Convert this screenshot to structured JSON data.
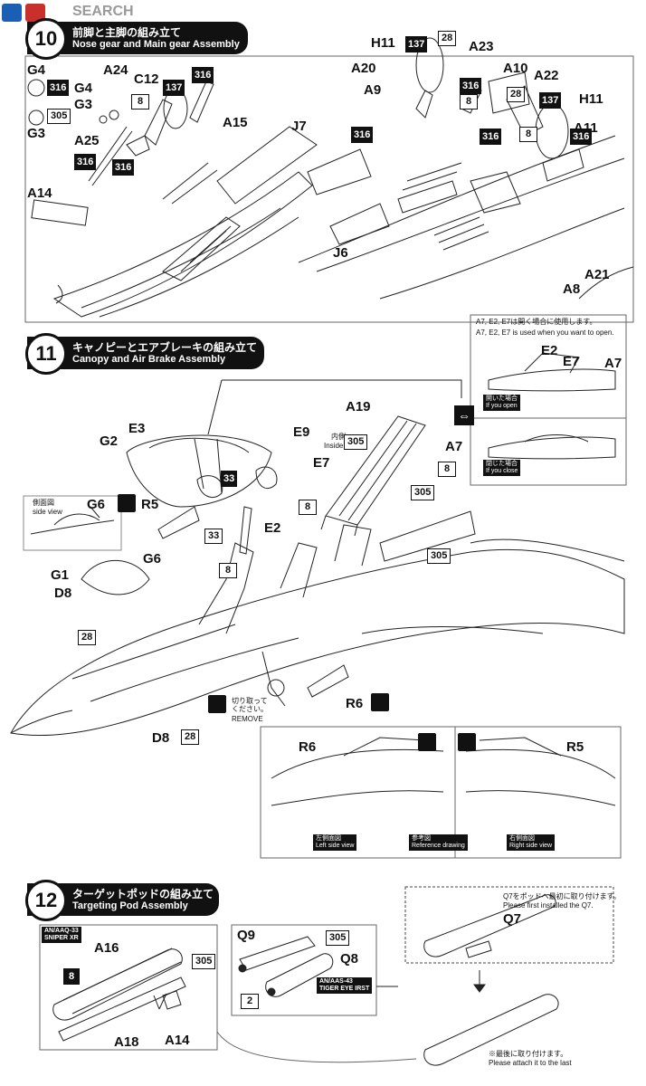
{
  "watermark": "SEARCH",
  "step10": {
    "number": "10",
    "title_jp": "前脚と主脚の組み立て",
    "title_en": "Nose gear and Main gear Assembly",
    "parts_left": [
      "G4",
      "A24",
      "C12",
      "G4",
      "G3",
      "G3",
      "A25",
      "A15",
      "A14"
    ],
    "parts_right": [
      "H11",
      "A23",
      "A20",
      "A10",
      "A22",
      "A9",
      "H11",
      "A11",
      "J7",
      "J6",
      "A8",
      "A21"
    ],
    "badges": [
      "316",
      "305",
      "8",
      "137",
      "316",
      "316",
      "316",
      "137",
      "28",
      "316",
      "8",
      "28",
      "137",
      "316",
      "8",
      "316",
      "316"
    ]
  },
  "step11": {
    "number": "11",
    "title_jp": "キャノピーとエアブレーキの組み立て",
    "title_en": "Canopy and Air Brake Assembly",
    "open_note_jp": "A7, E2, E7は開く場合に使用します。",
    "open_note_en": "A7, E2, E7 is used when you want to open.",
    "open_caption_jp": "開いた場合",
    "open_caption_en": "If you open",
    "close_caption_jp": "閉じた場合",
    "close_caption_en": "If you close",
    "inside_jp": "内側",
    "inside_en": "Inside",
    "side_view_jp": "側面図",
    "side_view_en": "side view",
    "remove_jp": "切り取って\nください。",
    "remove_en": "REMOVE",
    "left_side_jp": "左側面図",
    "left_side_en": "Left side view",
    "reference_jp": "参考図",
    "reference_en": "Reference drawing",
    "right_side_jp": "右側面図",
    "right_side_en": "Right side view",
    "parts": [
      "A19",
      "E3",
      "E9",
      "G2",
      "E7",
      "A7",
      "G6",
      "R5",
      "E2",
      "G6",
      "G1",
      "D8",
      "R6",
      "D8",
      "R6",
      "R5",
      "E2",
      "E7",
      "A7"
    ],
    "badges": [
      "305",
      "8",
      "33",
      "33",
      "8",
      "8",
      "305",
      "305",
      "28",
      "28"
    ]
  },
  "step12": {
    "number": "12",
    "title_jp": "ターゲットポッドの組み立て",
    "title_en": "Targeting Pod Assembly",
    "sniper_label_1": "AN/AAQ-33",
    "sniper_label_2": "SNIPER XR",
    "tiger_label_1": "AN/AAS-43",
    "tiger_label_2": "TIGER EYE IRST",
    "q7_note_jp": "Q7をポッドへ最初に取り付けます。",
    "q7_note_en": "Please first installed the Q7.",
    "last_note_jp": "※最後に取り付けます。",
    "last_note_en": "Please attach it to the last",
    "parts": [
      "A16",
      "A18",
      "A14",
      "Q9",
      "Q8",
      "Q7"
    ],
    "badges": [
      "8",
      "305",
      "305",
      "2"
    ]
  }
}
